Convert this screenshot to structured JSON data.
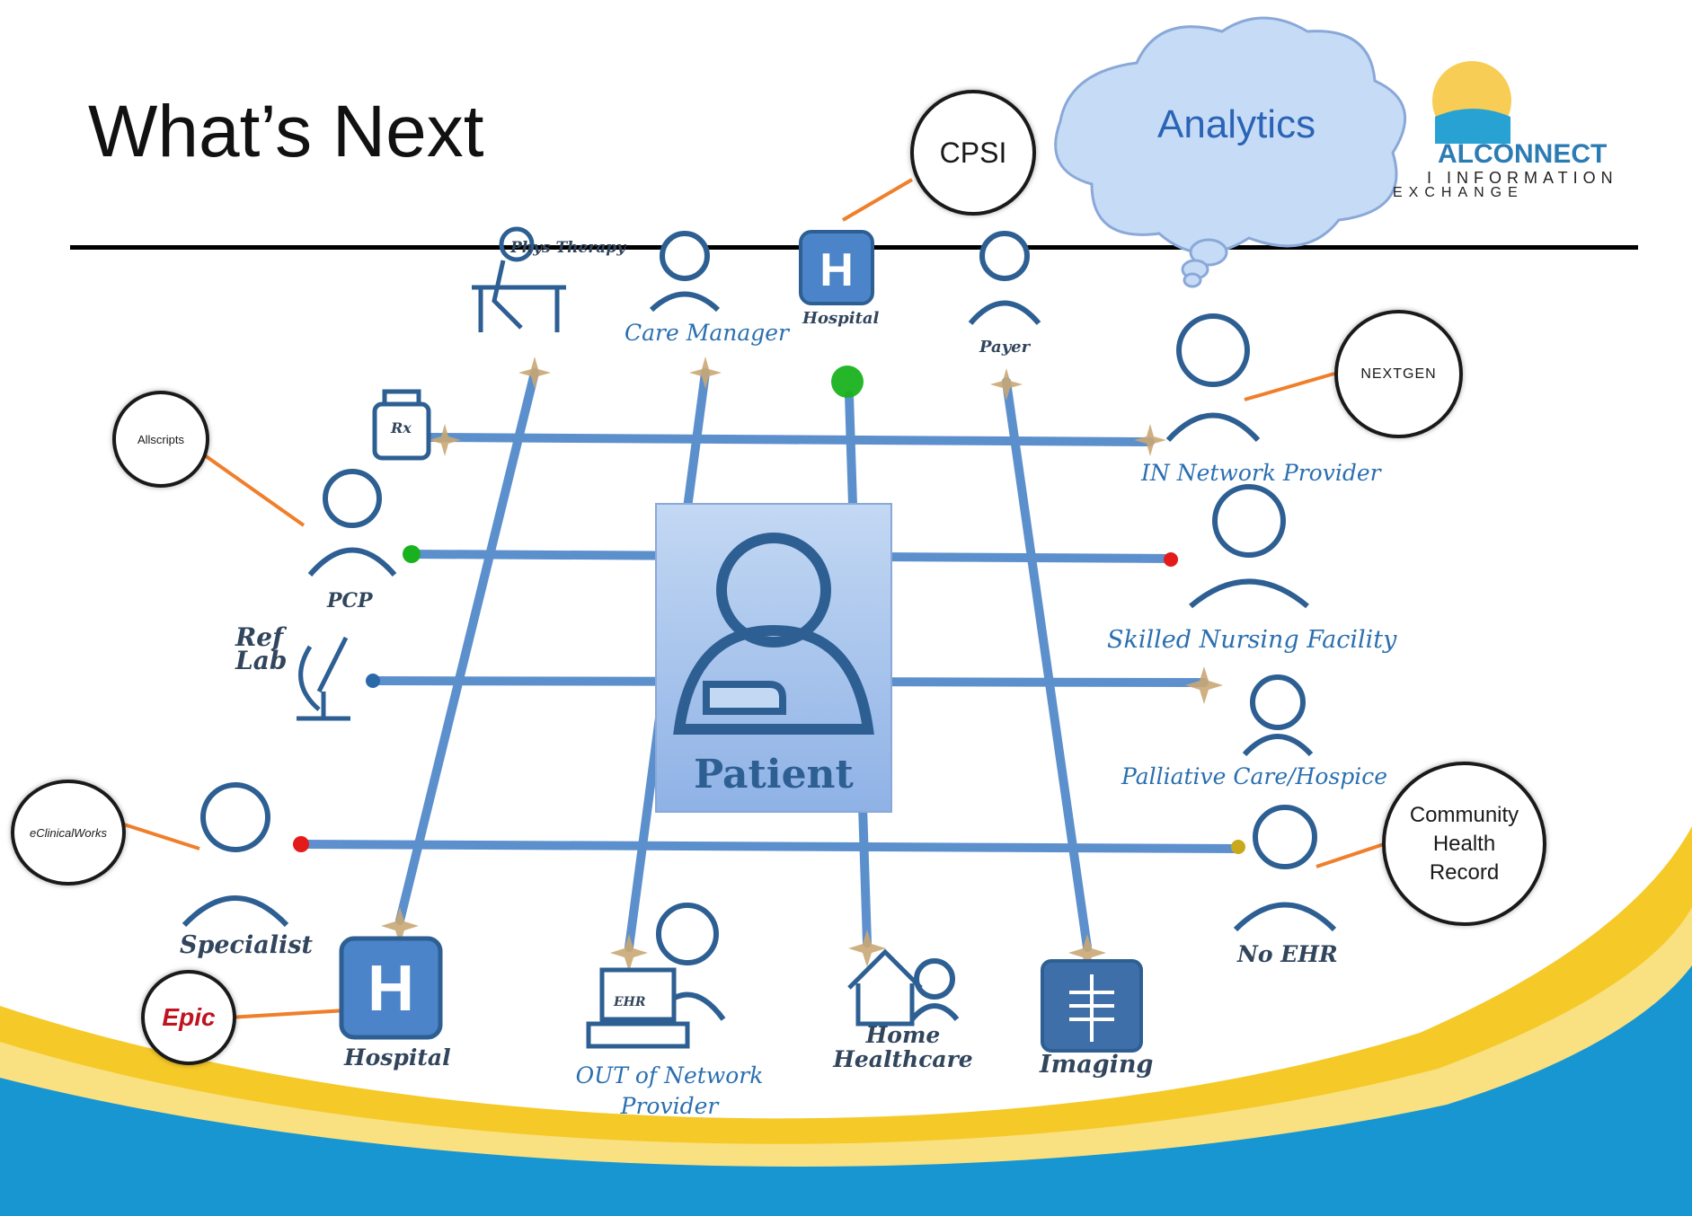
{
  "slide": {
    "title": "What’s Next"
  },
  "center": {
    "label": "Patient"
  },
  "cloud": {
    "label": "Analytics"
  },
  "logo": {
    "line1": "ALCONNECT",
    "line2": "I INFORMATION",
    "line3": "EXCHANGE"
  },
  "nodes": {
    "phys_therapy": "Phys Therapy",
    "care_manager": "Care Manager",
    "hospital_top": "Hospital",
    "payer": "Payer",
    "rx": "Rx",
    "in_network_provider": "IN Network Provider",
    "pcp": "PCP",
    "skilled_nursing": "Skilled Nursing Facility",
    "ref_lab": "Ref Lab",
    "palliative": "Palliative Care/Hospice",
    "specialist": "Specialist",
    "no_ehr": "No EHR",
    "hospital_bottom": "Hospital",
    "out_network_line1": "OUT of Network",
    "out_network_line2": "Provider",
    "ehr": "EHR",
    "home_healthcare_line1": "Home",
    "home_healthcare_line2": "Healthcare",
    "imaging": "Imaging"
  },
  "badges": {
    "cpsi": "CPSI",
    "allscripts": "Allscripts",
    "nextgen": "NEXTGEN",
    "eclinicalworks": "eClinicalWorks",
    "epic": "Epic",
    "community_line1": "Community",
    "community_line2": "Health",
    "community_line3": "Record"
  },
  "colors": {
    "grid": "#4b84c8",
    "connector": "#f07f2b",
    "status_green": "#19b21e",
    "status_red": "#e31b1b",
    "status_yellow": "#c9a91b",
    "swoosh_yellow": "#f5c928",
    "swoosh_blue": "#1796d2"
  }
}
